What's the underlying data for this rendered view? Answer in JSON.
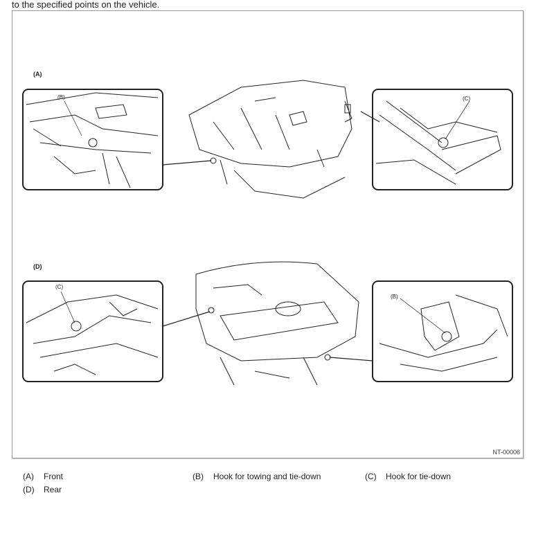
{
  "intro_text": "to the specified points on the vehicle.",
  "figure": {
    "id": "NT-00006",
    "sections": [
      {
        "label": "(A)",
        "callouts": [
          "(B)",
          "(C)"
        ]
      },
      {
        "label": "(D)",
        "callouts": [
          "(C)",
          "(B)"
        ]
      }
    ]
  },
  "legend": [
    {
      "key": "(A)",
      "text": "Front"
    },
    {
      "key": "(B)",
      "text": "Hook for towing and tie-down"
    },
    {
      "key": "(C)",
      "text": "Hook for tie-down"
    },
    {
      "key": "(D)",
      "text": "Rear"
    }
  ]
}
